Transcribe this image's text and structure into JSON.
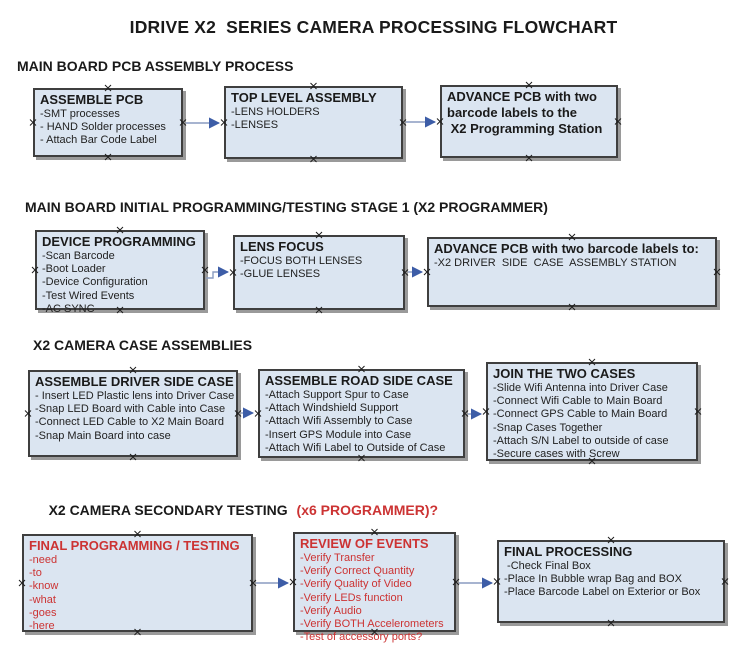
{
  "title": "IDRIVE X2  SERIES CAMERA PROCESSING FLOWCHART",
  "colors": {
    "box_fill": "#dbe5f1",
    "box_border": "#3f3f3f",
    "red_text": "#cc3333",
    "black_text": "#1a1a1a",
    "arrow_line": "#8a9cc0",
    "arrow_head": "#3d5da7",
    "shadow": "#9a9a9a",
    "page_bg": "#ffffff"
  },
  "sections": [
    {
      "header": "MAIN BOARD PCB ASSEMBLY PROCESS",
      "boxes": [
        {
          "title": "ASSEMBLE PCB",
          "items": [
            "-SMT processes",
            "- HAND Solder processes",
            "- Attach Bar Code Label"
          ]
        },
        {
          "title": "TOP LEVEL ASSEMBLY",
          "items": [
            "-LENS HOLDERS",
            "-LENSES"
          ]
        },
        {
          "title": "ADVANCE PCB with two\nbarcode labels to the\n X2 Programming Station",
          "items": []
        }
      ]
    },
    {
      "header": "MAIN BOARD INITIAL PROGRAMMING/TESTING STAGE 1 (X2 PROGRAMMER)",
      "boxes": [
        {
          "title": "DEVICE PROGRAMMING",
          "items": [
            "-Scan Barcode",
            "-Boot Loader",
            "-Device Configuration",
            "-Test Wired Events",
            "-AC SYNC"
          ]
        },
        {
          "title": "LENS FOCUS",
          "items": [
            "-FOCUS BOTH LENSES",
            "-GLUE LENSES"
          ]
        },
        {
          "title": "ADVANCE PCB with two barcode labels to:",
          "items": [
            "-X2 DRIVER  SIDE  CASE  ASSEMBLY STATION"
          ]
        }
      ]
    },
    {
      "header": "X2 CAMERA CASE ASSEMBLIES",
      "boxes": [
        {
          "title": "ASSEMBLE DRIVER SIDE CASE",
          "items": [
            "- Insert LED Plastic lens into Driver Case",
            "-Snap LED Board with Cable into Case",
            "-Connect LED Cable to X2 Main Board",
            "-Snap Main Board into case"
          ]
        },
        {
          "title": "ASSEMBLE ROAD SIDE CASE",
          "items": [
            "-Attach Support Spur to Case",
            "-Attach Windshield Support",
            "-Attach Wifi Assembly to Case",
            "-Insert GPS Module into Case",
            "-Attach Wifi Label to Outside of Case"
          ]
        },
        {
          "title": "JOIN THE TWO CASES",
          "items": [
            "-Slide Wifi Antenna into Driver Case",
            "-Connect Wifi Cable to Main Board",
            "-Connect GPS Cable to Main Board",
            "-Snap Cases Together",
            "-Attach S/N Label to outside of case",
            "-Secure cases with Screw"
          ]
        }
      ]
    },
    {
      "header": "X2 CAMERA SECONDARY TESTING ",
      "header_suffix": "(x6 PROGRAMMER)?",
      "boxes": [
        {
          "title": "FINAL PROGRAMMING / TESTING",
          "items": [
            "-need",
            "-to",
            "-know",
            "-what",
            "-goes",
            "-here"
          ]
        },
        {
          "title": "REVIEW OF EVENTS",
          "items": [
            "-Verify Transfer",
            "-Verify Correct Quantity",
            "-Verify Quality of Video",
            "-Verify LEDs function",
            "-Verify Audio",
            "-Verify BOTH Accelerometers",
            "-Test of accessory ports?"
          ]
        },
        {
          "title": "FINAL PROCESSING",
          "items": [
            " -Check Final Box",
            "-Place In Bubble wrap Bag and BOX",
            "-Place Barcode Label on Exterior or Box"
          ]
        }
      ]
    }
  ]
}
